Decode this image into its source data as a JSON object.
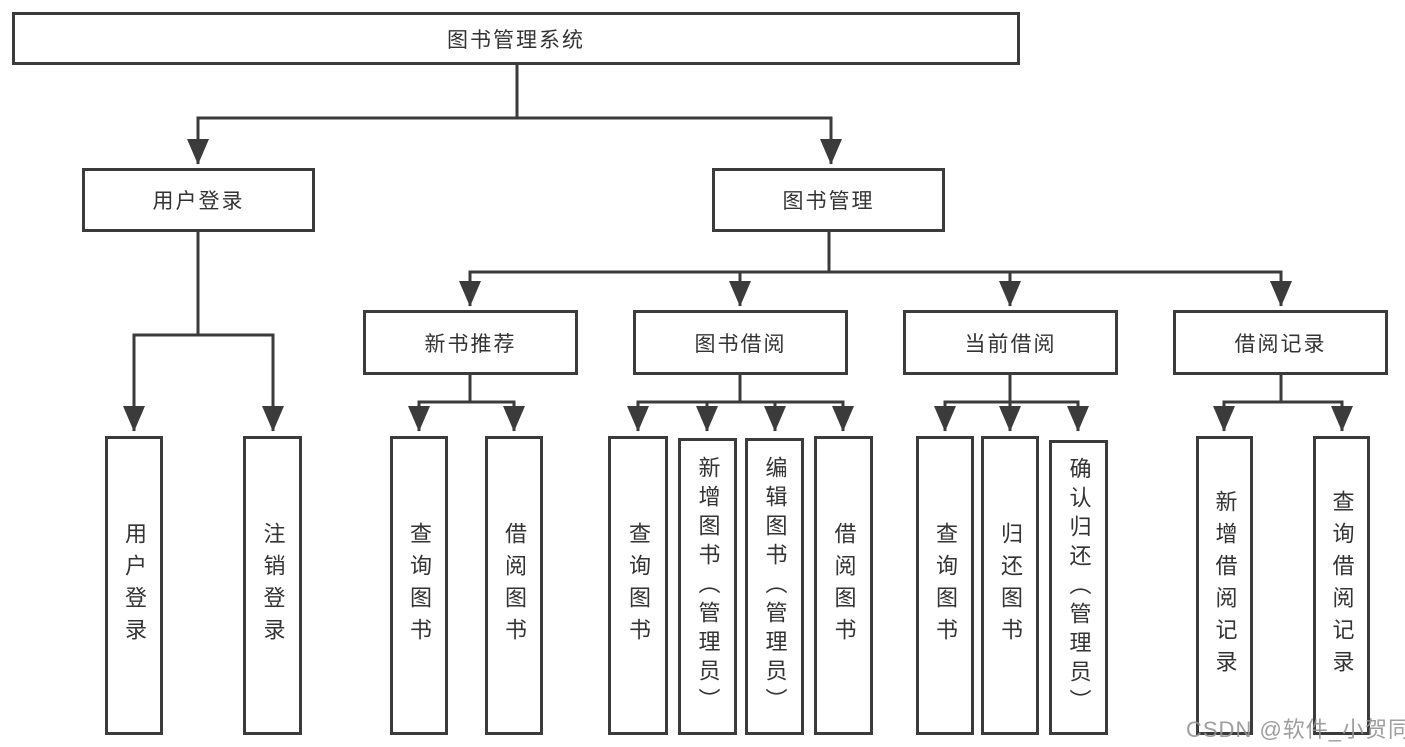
{
  "diagram": {
    "title": "图书管理系统",
    "branches": [
      {
        "label": "用户登录",
        "children": [
          {
            "label": "用户登录"
          },
          {
            "label": "注销登录"
          }
        ]
      },
      {
        "label": "图书管理",
        "groups": [
          {
            "label": "新书推荐",
            "children": [
              {
                "label": "查询图书"
              },
              {
                "label": "借阅图书"
              }
            ]
          },
          {
            "label": "图书借阅",
            "children": [
              {
                "label": "查询图书"
              },
              {
                "label": "新增图书（管理员）"
              },
              {
                "label": "编辑图书（管理员）"
              },
              {
                "label": "借阅图书"
              }
            ]
          },
          {
            "label": "当前借阅",
            "children": [
              {
                "label": "查询图书"
              },
              {
                "label": "归还图书"
              },
              {
                "label": "确认归还（管理员）"
              }
            ]
          },
          {
            "label": "借阅记录",
            "children": [
              {
                "label": "新增借阅记录"
              },
              {
                "label": "查询借阅记录"
              }
            ]
          }
        ]
      }
    ]
  },
  "watermark": {
    "text": "CSDN @软件_小贺同学"
  },
  "colors": {
    "line": "#3b3b3b",
    "box_border": "#3b3b3b",
    "text": "#333333",
    "watermark": "#949494",
    "background": "#ffffff"
  }
}
